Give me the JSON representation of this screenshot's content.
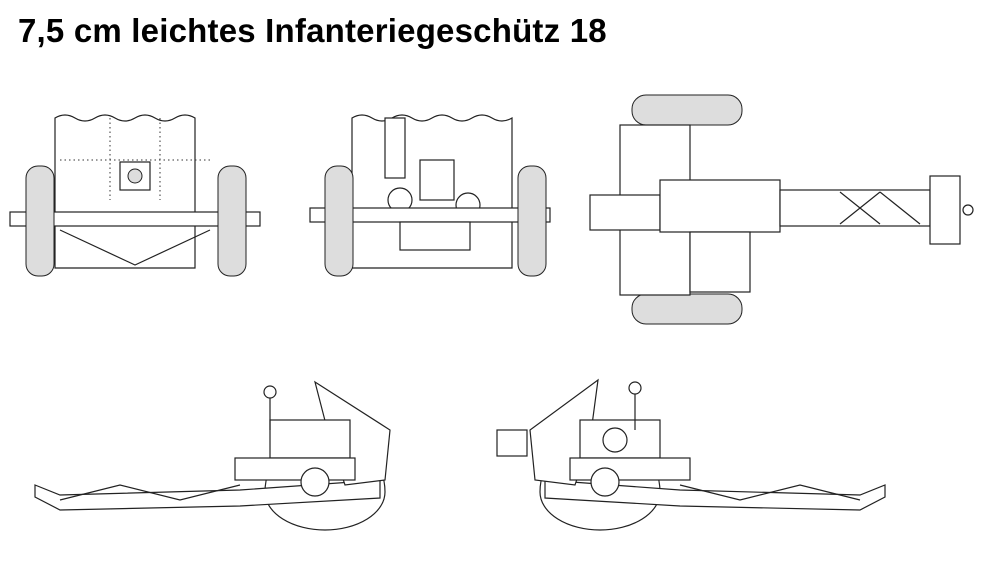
{
  "title": "7,5 cm leichtes Infanteriegeschütz 18",
  "views": [
    "front-view",
    "rear-view",
    "top-view",
    "left-side-view",
    "right-side-view"
  ]
}
